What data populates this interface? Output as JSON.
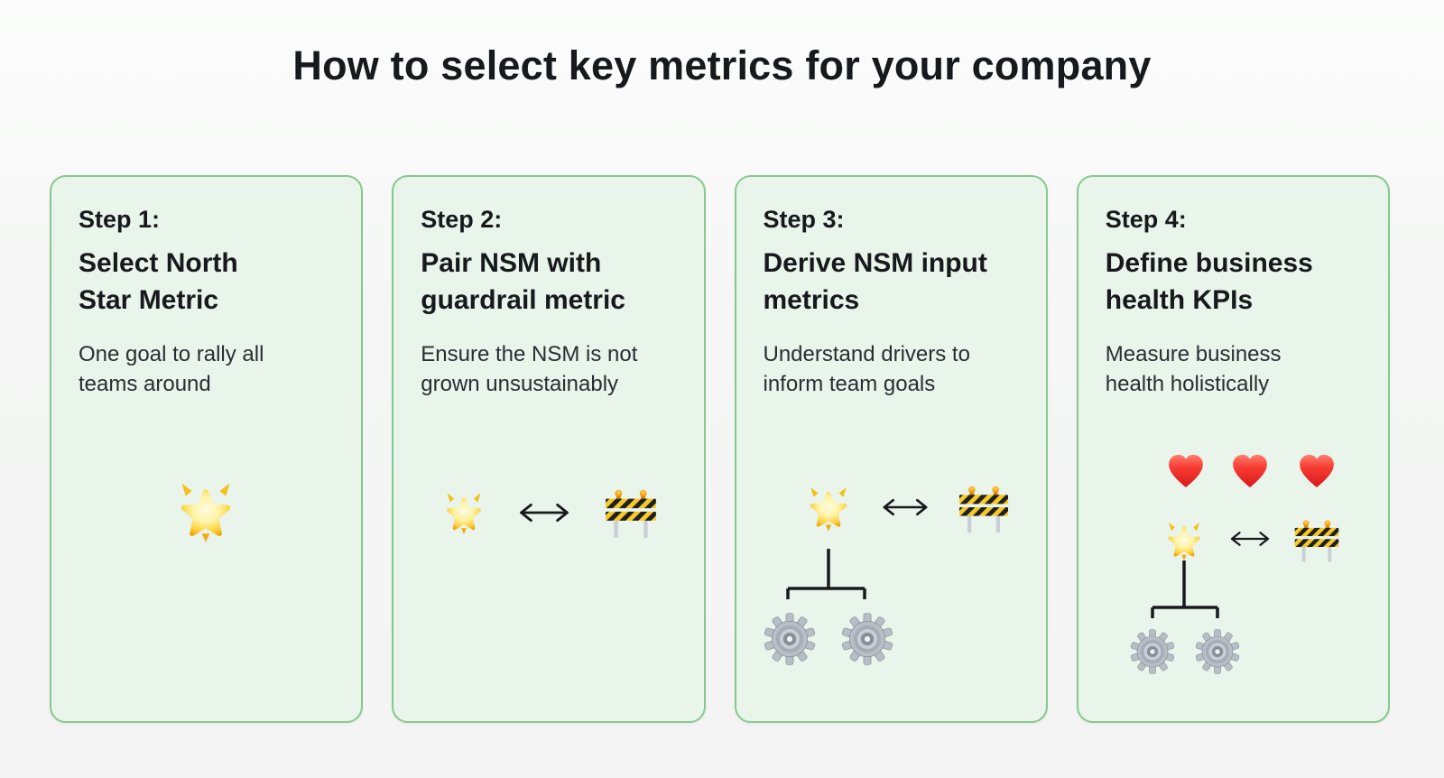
{
  "page": {
    "title": "How to select key metrics for your company"
  },
  "colors": {
    "background_top": "#fbfcfb",
    "background_bottom": "#f3f4f3",
    "card_background": "#e9f4ea",
    "card_border": "#85c98e",
    "heading_text": "#17191d",
    "body_text": "#2a2d33",
    "connector_line": "#17191c",
    "star_gold": "#ffd23e",
    "barrier_yellow": "#f8c825",
    "barrier_black": "#1f2023",
    "gear_gray": "#b7bec6",
    "heart_red": "#e41b23"
  },
  "icon_glyphs": {
    "glowing-star": "🌟",
    "construction-barrier": "🚧",
    "gear": "⚙️",
    "red-heart": "❤️",
    "left-right-arrow": "↔"
  },
  "steps": [
    {
      "label": "Step 1:",
      "title": "Select North\nStar Metric",
      "description": "One goal to rally all\nteams around",
      "diagram": {
        "icons": [
          "glowing-star"
        ]
      }
    },
    {
      "label": "Step 2:",
      "title": "Pair NSM with\nguardrail metric",
      "description": "Ensure the NSM is not\ngrown unsustainably",
      "diagram": {
        "relation": [
          "glowing-star",
          "left-right-arrow",
          "construction-barrier"
        ]
      }
    },
    {
      "label": "Step 3:",
      "title": "Derive NSM input\nmetrics",
      "description": "Understand drivers to\ninform team goals",
      "diagram": {
        "relation": [
          "glowing-star",
          "left-right-arrow",
          "construction-barrier"
        ],
        "star_children": [
          "gear",
          "gear"
        ]
      }
    },
    {
      "label": "Step 4:",
      "title": "Define business\nhealth KPIs",
      "description": "Measure business\nhealth holistically",
      "diagram": {
        "hearts_row": [
          "red-heart",
          "red-heart",
          "red-heart"
        ],
        "relation": [
          "glowing-star",
          "left-right-arrow",
          "construction-barrier"
        ],
        "star_children": [
          "gear",
          "gear"
        ]
      }
    }
  ]
}
